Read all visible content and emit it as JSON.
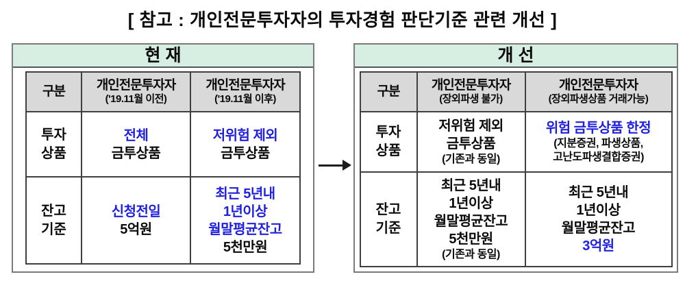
{
  "title": "[ 참고 : 개인전문투자자의 투자경험 판단기준 관련 개선 ]",
  "colors": {
    "accent_blue": "#2020df",
    "band_green": "#d7efe2",
    "header_gray": "#d9d9d9",
    "panel_border_gray": "#7a7a7a",
    "table_line_dark": "#3f3f3f",
    "text_black": "#0a0a0a"
  },
  "icons": {
    "transition_arrow": "right-arrow"
  },
  "current": {
    "band_title": "현 재",
    "header": {
      "col0": "구분",
      "col1_main": "개인전문투자자",
      "col1_sub": "('19.11월 이전)",
      "col2_main": "개인전문투자자",
      "col2_sub": "('19.11월 이후)"
    },
    "rows": [
      {
        "label_line1": "투자",
        "label_line2": "상품",
        "col1": {
          "line1": "전체",
          "line2": "금투상품"
        },
        "col2": {
          "line1": "저위험 제외",
          "line2": "금투상품"
        }
      },
      {
        "label_line1": "잔고",
        "label_line2": "기준",
        "col1": {
          "line1": "신청전일",
          "line2": "5억원"
        },
        "col2": {
          "line1": "최근 5년내",
          "line2": "1년이상",
          "line3": "월말평균잔고",
          "line4": "5천만원"
        }
      }
    ]
  },
  "improved": {
    "band_title": "개 선",
    "header": {
      "col0": "구분",
      "col1_main": "개인전문투자자",
      "col1_sub": "(장외파생 불가)",
      "col2_main": "개인전문투자자",
      "col2_sub": "(장외파생상품 거래가능)"
    },
    "rows": [
      {
        "label_line1": "투자",
        "label_line2": "상품",
        "col1": {
          "line1": "저위험 제외",
          "line2": "금투상품",
          "line3": "(기존과 동일)"
        },
        "col2": {
          "line1": "위험 금투상품 한정",
          "line2": "(지분증권, 파생상품,",
          "line3": "고난도파생결합증권)"
        }
      },
      {
        "label_line1": "잔고",
        "label_line2": "기준",
        "col1": {
          "line1": "최근 5년내",
          "line2": "1년이상",
          "line3": "월말평균잔고",
          "line4": "5천만원",
          "line5": "(기존과 동일)"
        },
        "col2": {
          "line1": "최근 5년내",
          "line2": "1년이상",
          "line3": "월말평균잔고",
          "line4": "3억원"
        }
      }
    ]
  }
}
